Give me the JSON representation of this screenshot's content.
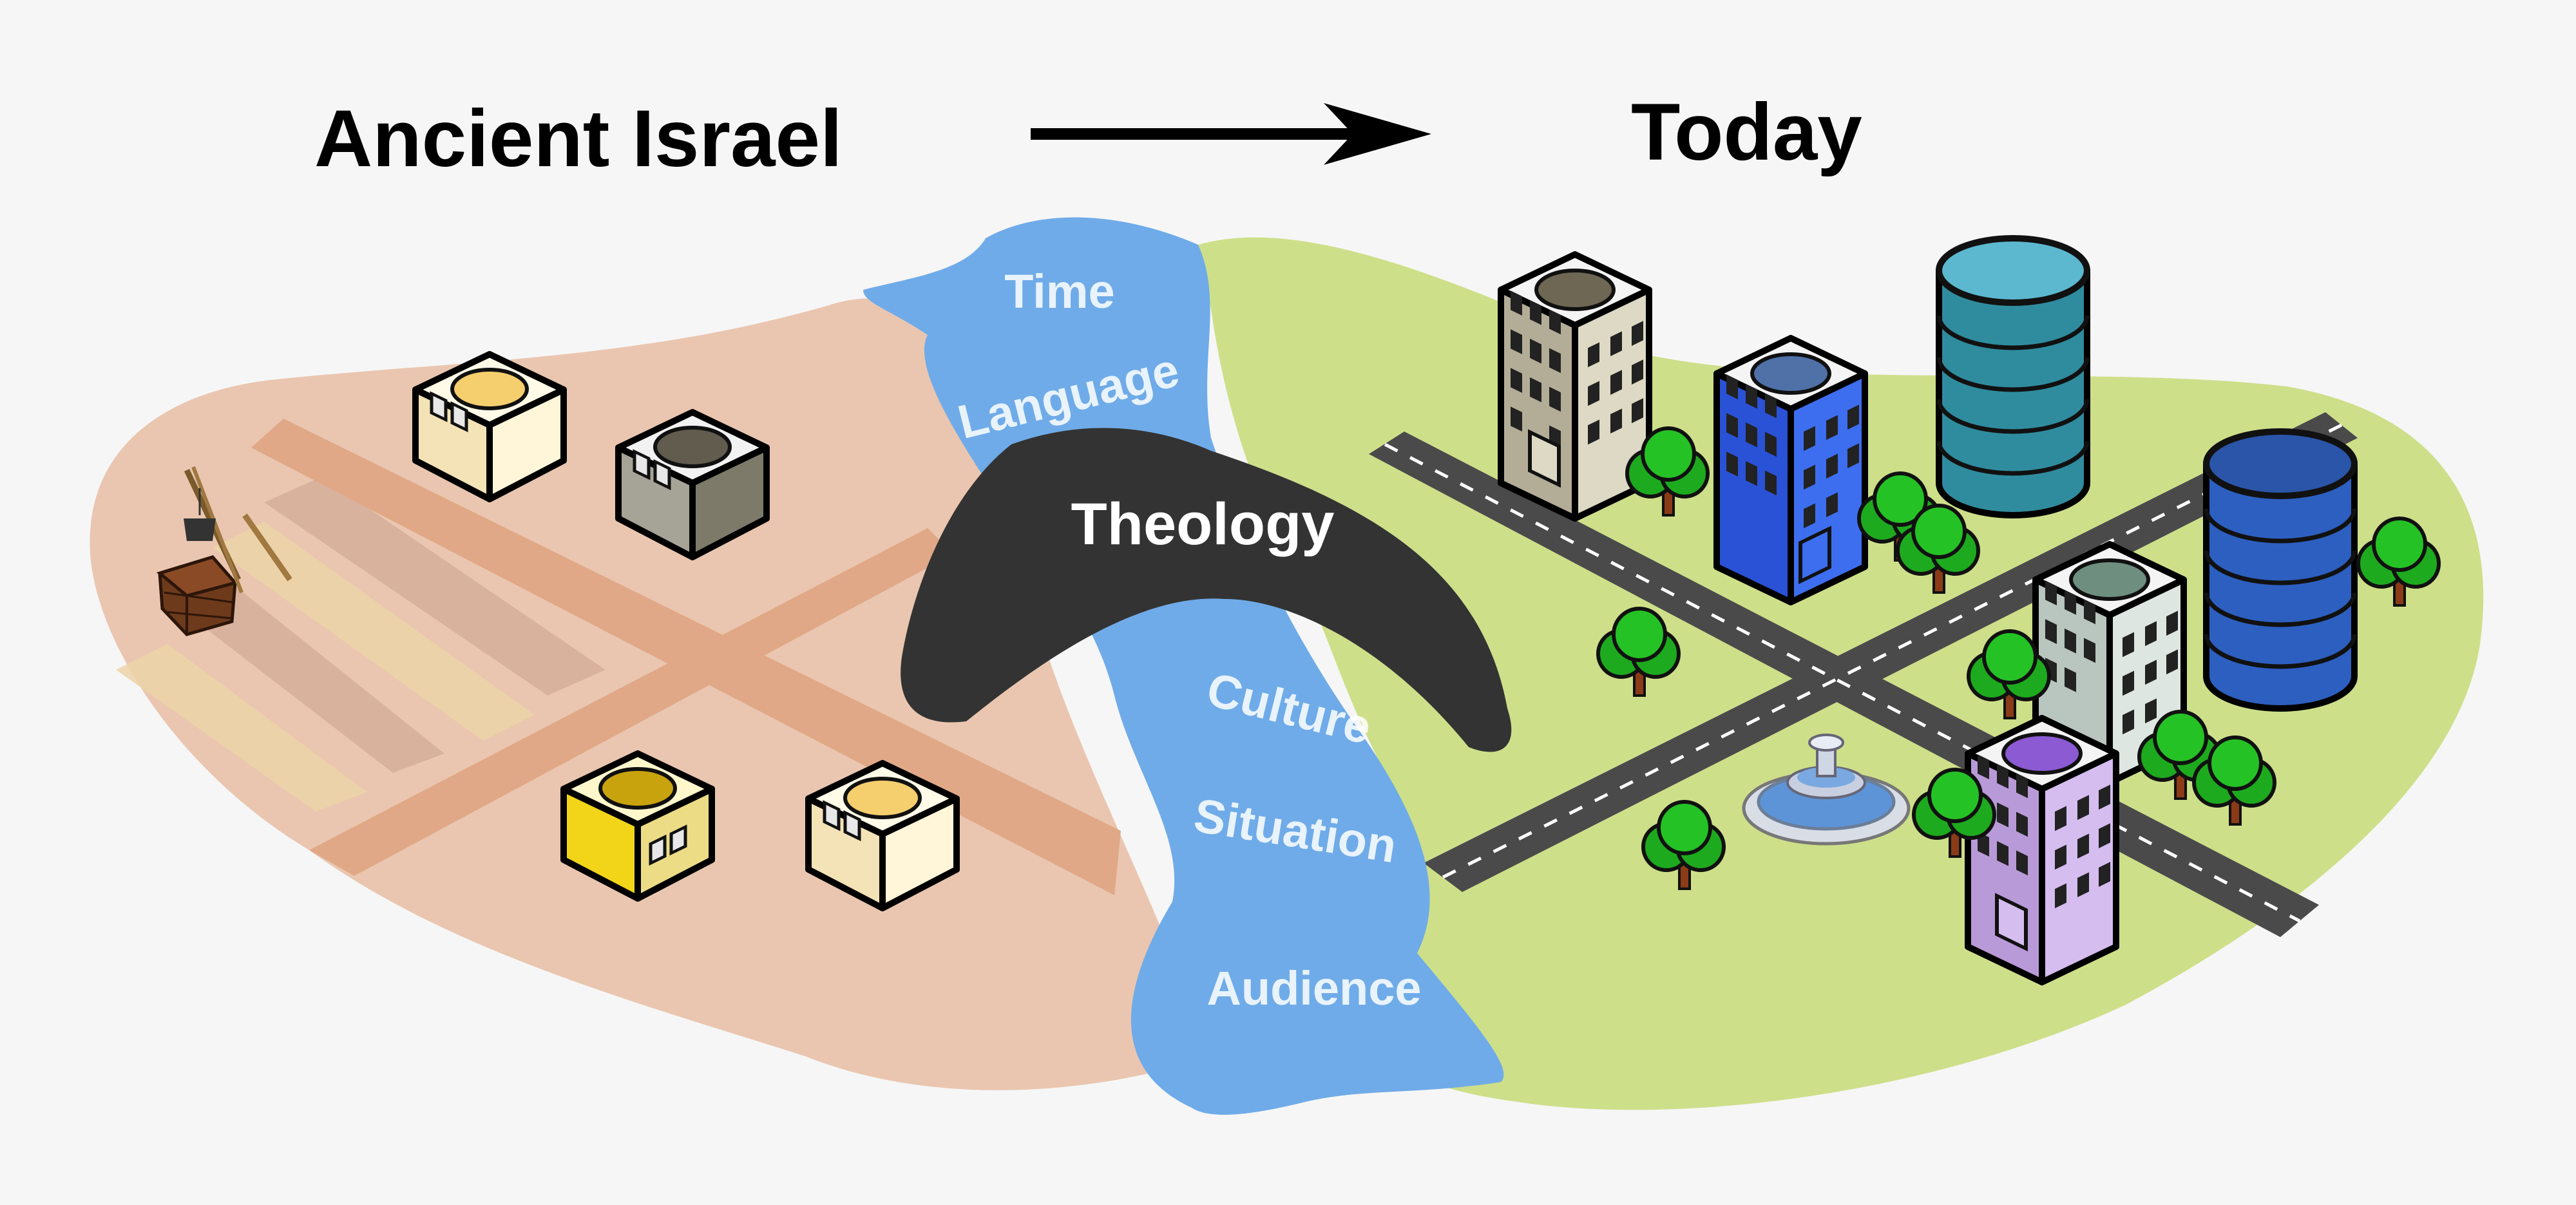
{
  "headings": {
    "left": "Ancient Israel",
    "right": "Today"
  },
  "bridge": {
    "label": "Theology",
    "color": "#333333"
  },
  "river": {
    "color": "#6fabe8",
    "labels": [
      "Time",
      "Language",
      "Culture",
      "Situation",
      "Audience"
    ]
  },
  "regions": {
    "ancient_color": "#eac6b0",
    "modern_color": "#cedf8a"
  },
  "icons": {
    "arrow": "arrow-right-icon",
    "ancient_houses": [
      "house-icon",
      "house-icon",
      "house-icon",
      "house-icon"
    ],
    "well": "water-well-icon",
    "fountain": "fountain-icon",
    "trees": "tree-icon",
    "buildings": [
      "office-building-icon",
      "office-building-icon",
      "cylinder-tower-icon",
      "cylinder-tower-icon",
      "office-building-icon",
      "office-building-icon"
    ]
  }
}
